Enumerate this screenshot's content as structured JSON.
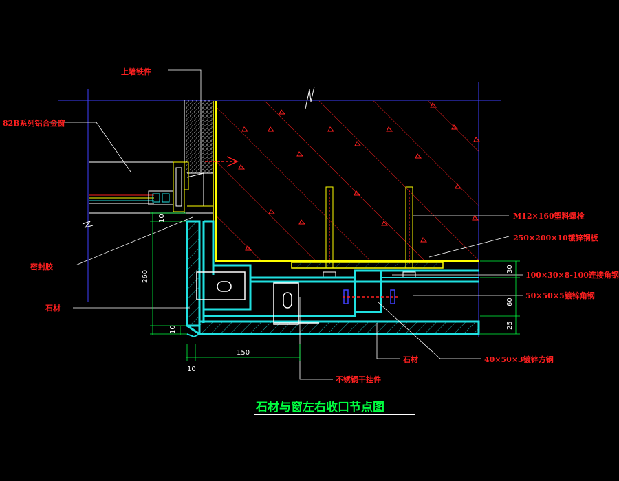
{
  "title": "石材与窗左右收口节点图",
  "colors": {
    "background": "#000000",
    "label": "#ff2020",
    "leader": "#ffffff",
    "dimension": "#00ff40",
    "cyan": "#20e0e0",
    "yellow": "#ffff00",
    "title": "#00ff40"
  },
  "labels": {
    "top_wall_fixing": "上墙铁件",
    "window_frame": "82B系列铝合金窗",
    "sealant": "密封胶",
    "stone_left": "石材",
    "bolt": "M12×160塑料螺栓",
    "plate": "250×200×10镀锌钢板",
    "connect_angle": "100×30×8-100连接角钢",
    "galv_angle": "50×50×5镀锌角钢",
    "stone_bottom": "石材",
    "square_tube": "40×50×3镀锌方钢",
    "hanger": "不锈钢干挂件"
  },
  "dimensions": {
    "d10_top": "10",
    "d260": "260",
    "d10_bottom": "10",
    "d150": "150",
    "d10_left": "10",
    "d30": "30",
    "d60": "60",
    "d25": "25"
  }
}
